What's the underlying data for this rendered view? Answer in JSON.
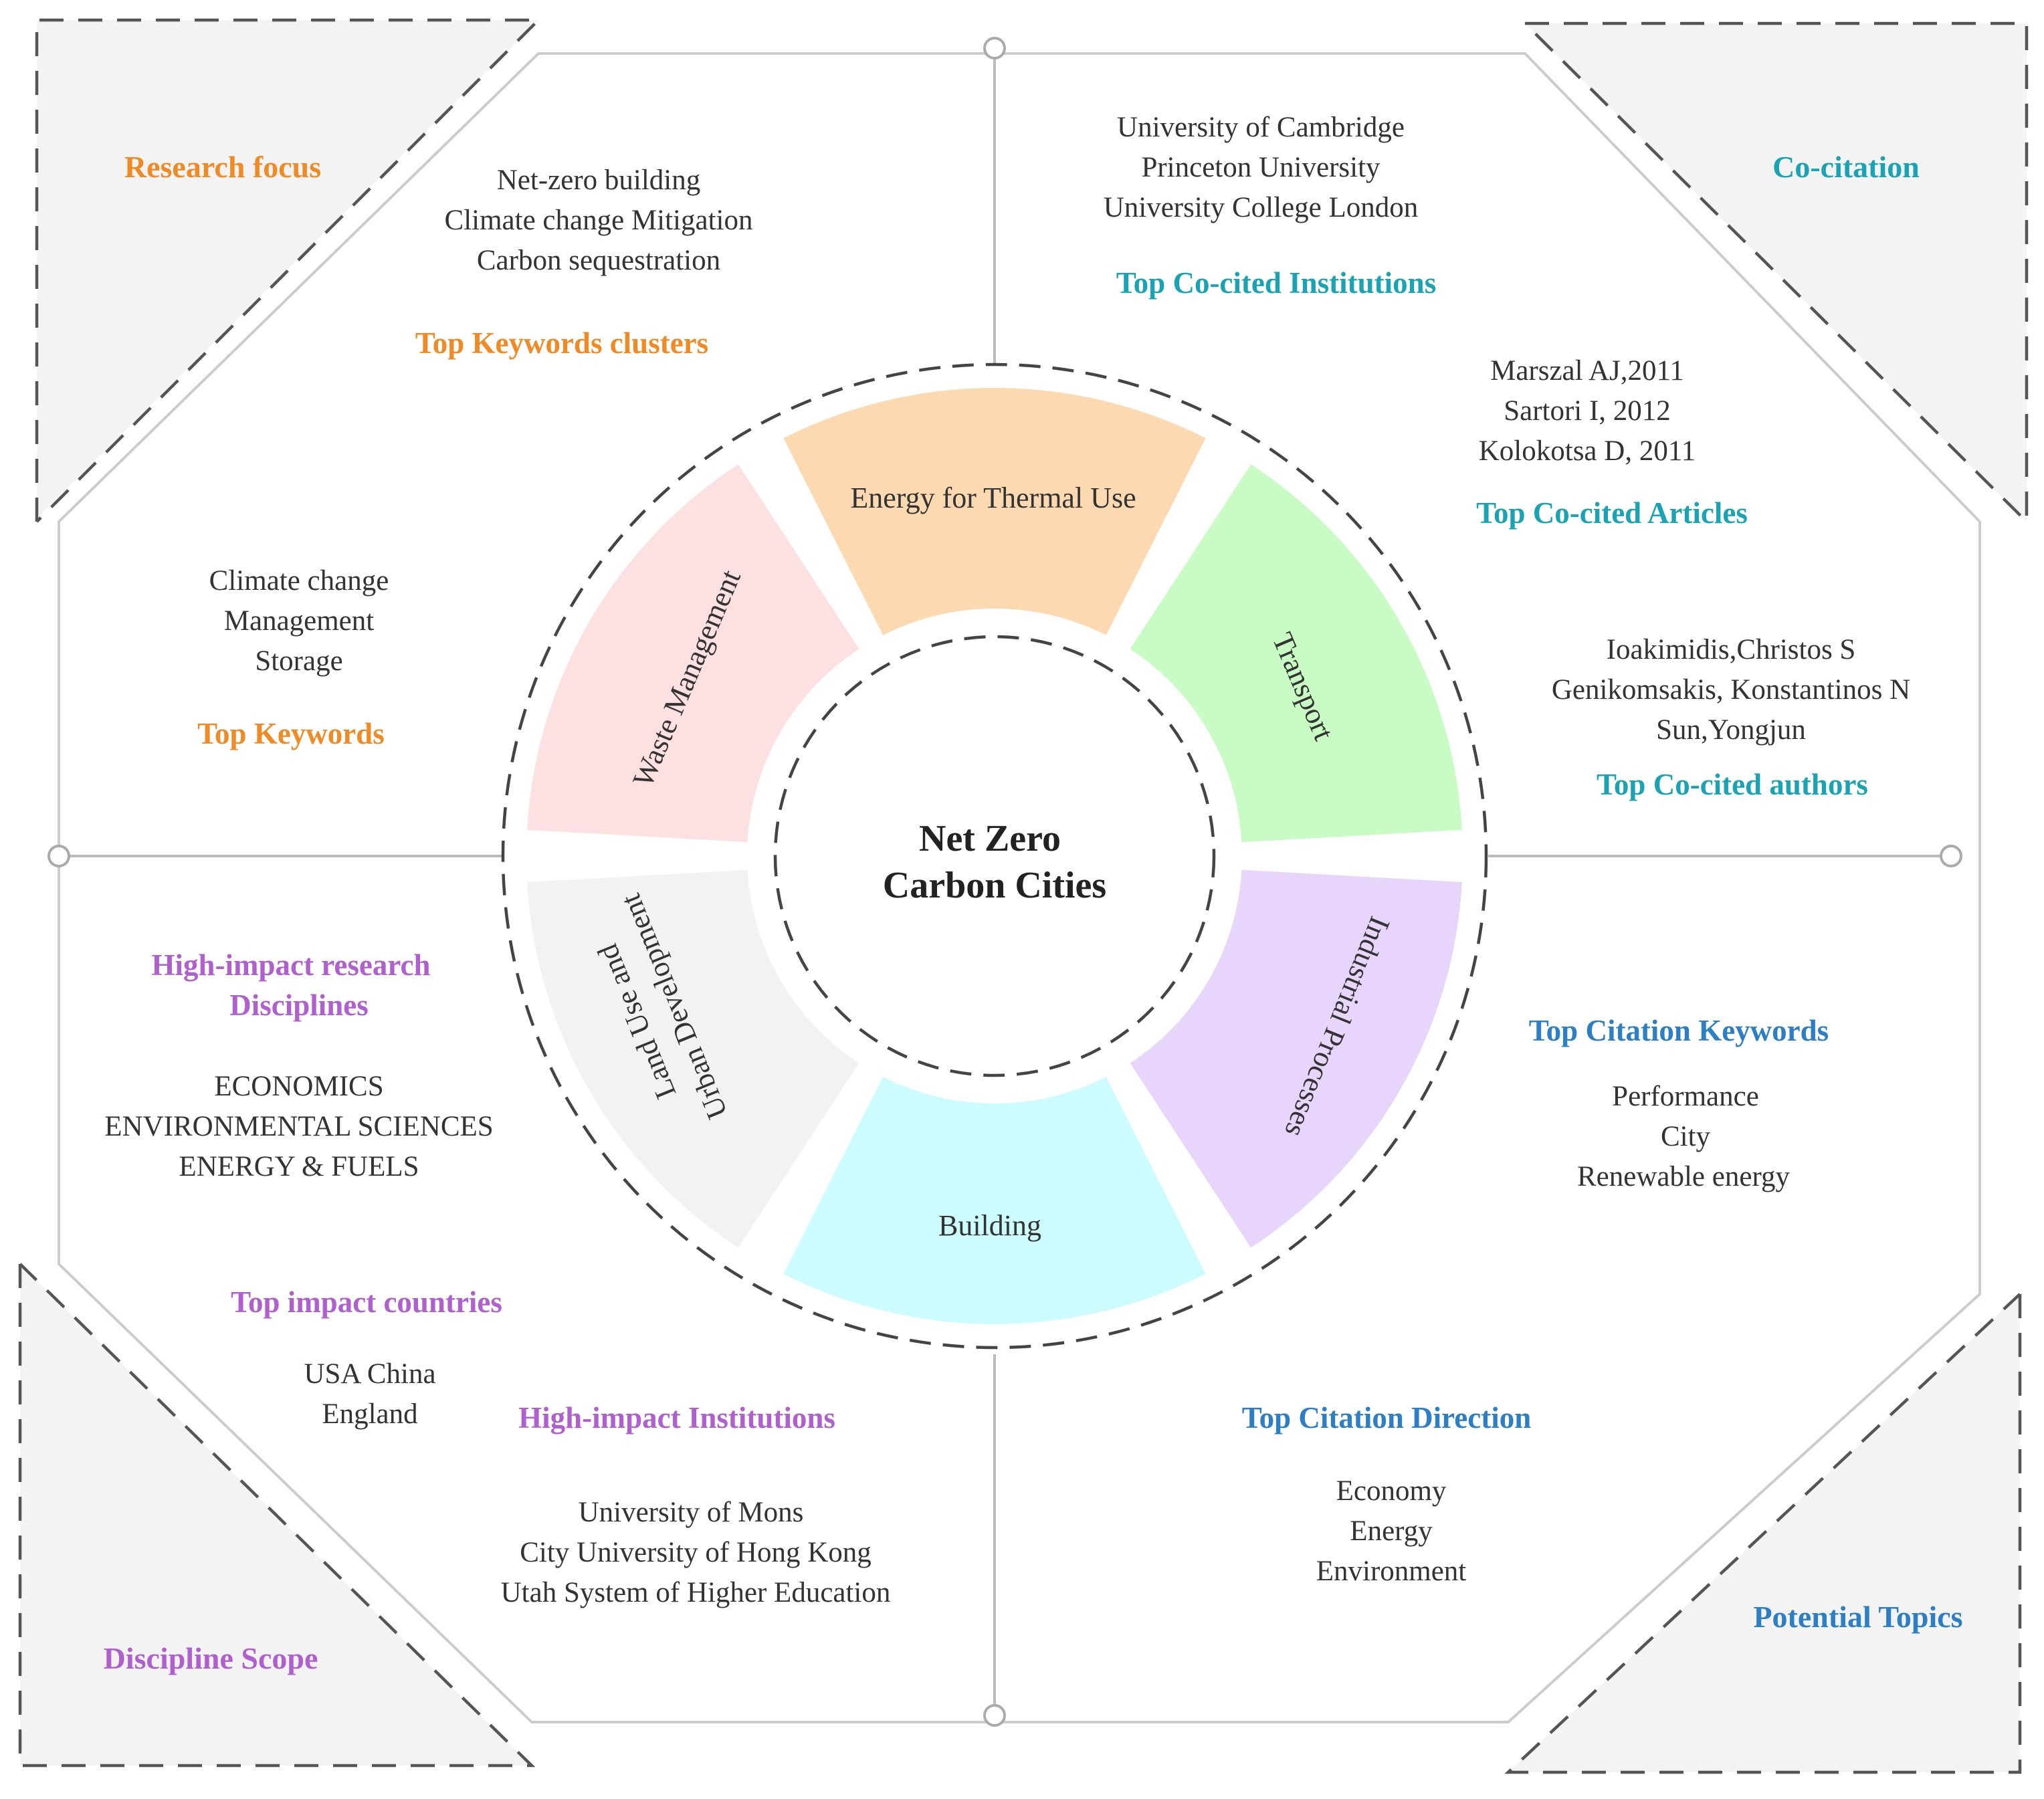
{
  "colors": {
    "orange": "#f08a24",
    "teal": "#1aa3b5",
    "blue": "#2c7fc4",
    "purple": "#b05fce",
    "seg_energy": "#fcd9b0",
    "seg_transport": "#c9fcc4",
    "seg_industrial": "#e8d5fb",
    "seg_building": "#cdfcfe",
    "seg_landuse": "#f2f2f2",
    "seg_waste": "#fde0e1"
  },
  "center": {
    "line1": "Net Zero",
    "line2": "Carbon Cities"
  },
  "segments": {
    "energy": "Energy for Thermal Use",
    "transport": "Transport",
    "industrial": "Industrial Processes",
    "building": "Building",
    "landuse_line1": "Land Use and",
    "landuse_line2": "Urban Development",
    "waste": "Waste Management"
  },
  "corners": {
    "research_focus": "Research focus",
    "co_citation": "Co-citation",
    "discipline_scope": "Discipline Scope",
    "potential_topics": "Potential Topics"
  },
  "top_left": {
    "clusters_items": [
      "Net-zero building",
      "Climate change Mitigation",
      "Carbon sequestration"
    ],
    "clusters_label": "Top Keywords  clusters",
    "keywords_items": [
      "Climate change",
      "Management",
      "Storage"
    ],
    "keywords_label": "Top  Keywords"
  },
  "top_right": {
    "institutions_items": [
      "University of Cambridge",
      "Princeton University",
      "University College London"
    ],
    "institutions_label": "Top Co-cited Institutions",
    "articles_items": [
      "Marszal AJ,2011",
      "Sartori I, 2012",
      "Kolokotsa D, 2011"
    ],
    "articles_label": "Top Co-cited Articles",
    "authors_items": [
      "Ioakimidis,Christos S",
      "Genikomsakis, Konstantinos N",
      "Sun,Yongjun"
    ],
    "authors_label": "Top Co-cited authors"
  },
  "bottom_left": {
    "disciplines_label_line1": "High-impact research",
    "disciplines_label_line2": "Disciplines",
    "disciplines_items": [
      "ECONOMICS",
      "ENVIRONMENTAL SCIENCES",
      "ENERGY & FUELS"
    ],
    "countries_label": "Top impact countries",
    "countries_items": [
      "USA China",
      "England"
    ],
    "institutions_label": "High-impact Institutions",
    "institutions_items": [
      "University of Mons",
      "City University of Hong Kong",
      "Utah System of Higher Education"
    ]
  },
  "bottom_right": {
    "citation_keywords_label": "Top Citation Keywords",
    "citation_keywords_items": [
      "Performance",
      "City",
      "Renewable energy"
    ],
    "citation_direction_label": "Top Citation Direction",
    "citation_direction_items": [
      "Economy",
      "Energy",
      "Environment"
    ]
  }
}
